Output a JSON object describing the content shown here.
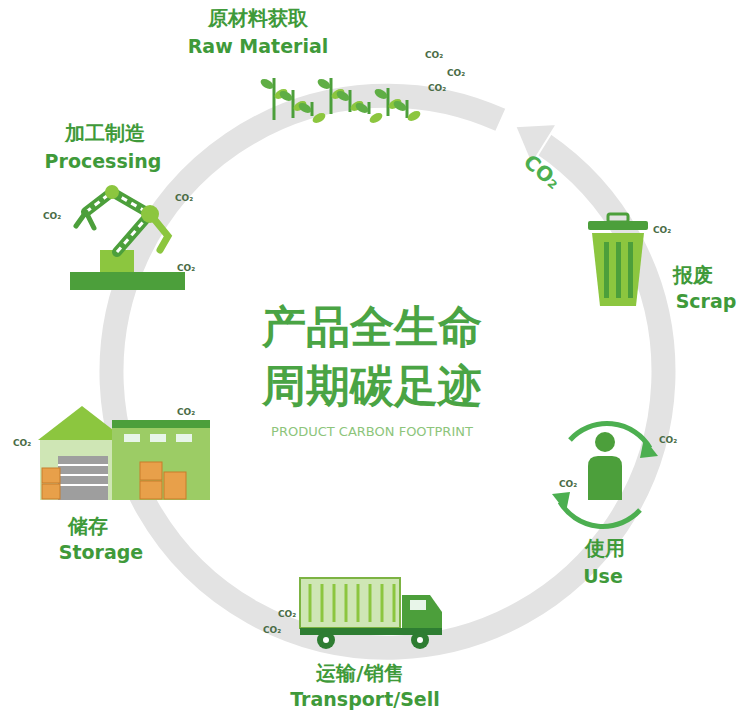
{
  "diagram": {
    "title": "产品全生命 周期碳足迹",
    "labels": [
      "原材料获取",
      "Raw Material",
      "CO₂",
      "CO₂",
      "CO₂",
      "加工制造",
      "Processing",
      "CO₂",
      "CO₂",
      "CO₂",
      "储存",
      "Storage",
      "CO₂",
      "CO₂",
      "运输/销售",
      "Transport/Sell",
      "CO₂",
      "CO₂",
      "使用",
      "Use",
      "CO₂",
      "CO₂",
      "报废",
      "Scrap",
      "CO₂",
      "CO₂",
      "PRODUCT CARBON FOOTPRINT"
    ]
  }
}
